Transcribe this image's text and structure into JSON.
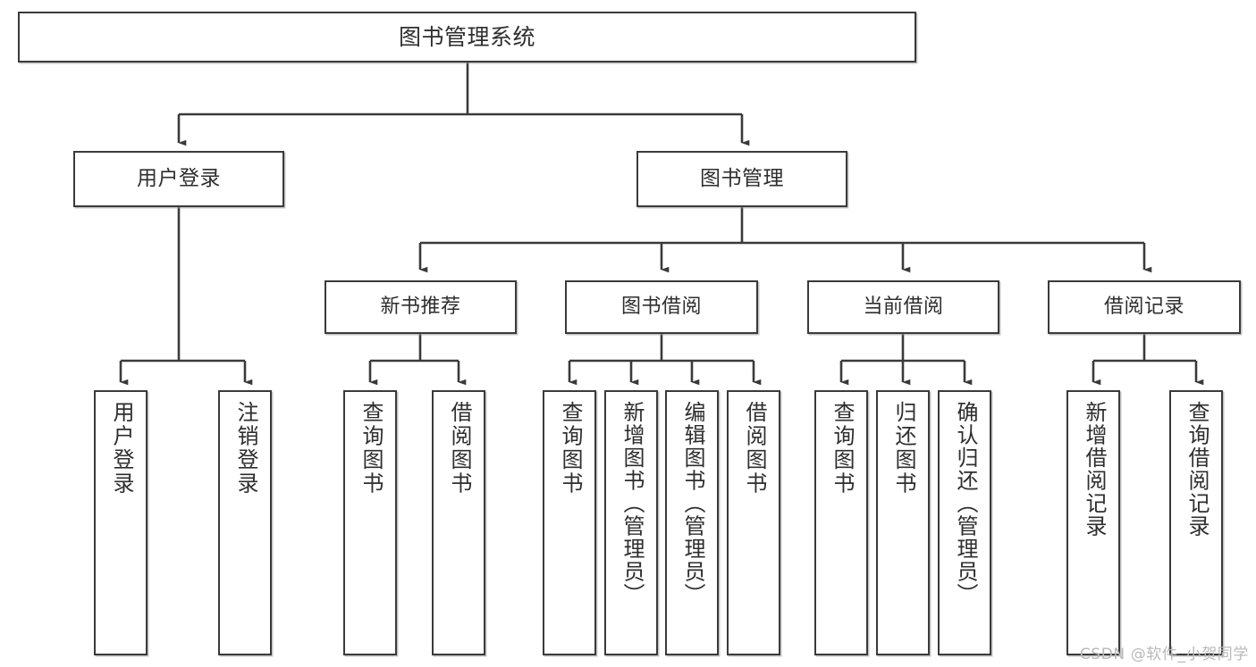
{
  "diagram": {
    "type": "tree",
    "title": "图书管理系统",
    "root": {
      "id": "root",
      "label": "图书管理系统"
    },
    "level2": [
      {
        "id": "user-login",
        "label": "用户登录"
      },
      {
        "id": "book-manage",
        "label": "图书管理"
      }
    ],
    "level3": [
      {
        "id": "new-book-rec",
        "label": "新书推荐",
        "parent": "book-manage"
      },
      {
        "id": "book-borrow",
        "label": "图书借阅",
        "parent": "book-manage"
      },
      {
        "id": "current-borrow",
        "label": "当前借阅",
        "parent": "book-manage"
      },
      {
        "id": "borrow-record",
        "label": "借阅记录",
        "parent": "book-manage"
      }
    ],
    "leaves": [
      {
        "id": "leaf-user-login",
        "label": "用户登录",
        "parent": "user-login"
      },
      {
        "id": "leaf-user-logout",
        "label": "注销登录",
        "parent": "user-login"
      },
      {
        "id": "leaf-rec-query",
        "label": "查询图书",
        "parent": "new-book-rec"
      },
      {
        "id": "leaf-rec-borrow",
        "label": "借阅图书",
        "parent": "new-book-rec"
      },
      {
        "id": "leaf-borrow-query",
        "label": "查询图书",
        "parent": "book-borrow"
      },
      {
        "id": "leaf-borrow-add",
        "label": "新增图书（管理员）",
        "parent": "book-borrow"
      },
      {
        "id": "leaf-borrow-edit",
        "label": "编辑图书（管理员）",
        "parent": "book-borrow"
      },
      {
        "id": "leaf-borrow-do",
        "label": "借阅图书",
        "parent": "book-borrow"
      },
      {
        "id": "leaf-cur-query",
        "label": "查询图书",
        "parent": "current-borrow"
      },
      {
        "id": "leaf-cur-return",
        "label": "归还图书",
        "parent": "current-borrow"
      },
      {
        "id": "leaf-cur-confirm",
        "label": "确认归还（管理员）",
        "parent": "current-borrow"
      },
      {
        "id": "leaf-rec-add",
        "label": "新增借阅记录",
        "parent": "borrow-record"
      },
      {
        "id": "leaf-rec-query-record",
        "label": "查询借阅记录",
        "parent": "borrow-record"
      }
    ]
  },
  "watermark": {
    "text": "CSDN @软件_小贺同学"
  },
  "colors": {
    "background": "#ffffff",
    "border": "#3a3a3a",
    "text": "#2e2e2e",
    "wire": "#3a3a3a",
    "watermark": "#b9b9b9"
  }
}
